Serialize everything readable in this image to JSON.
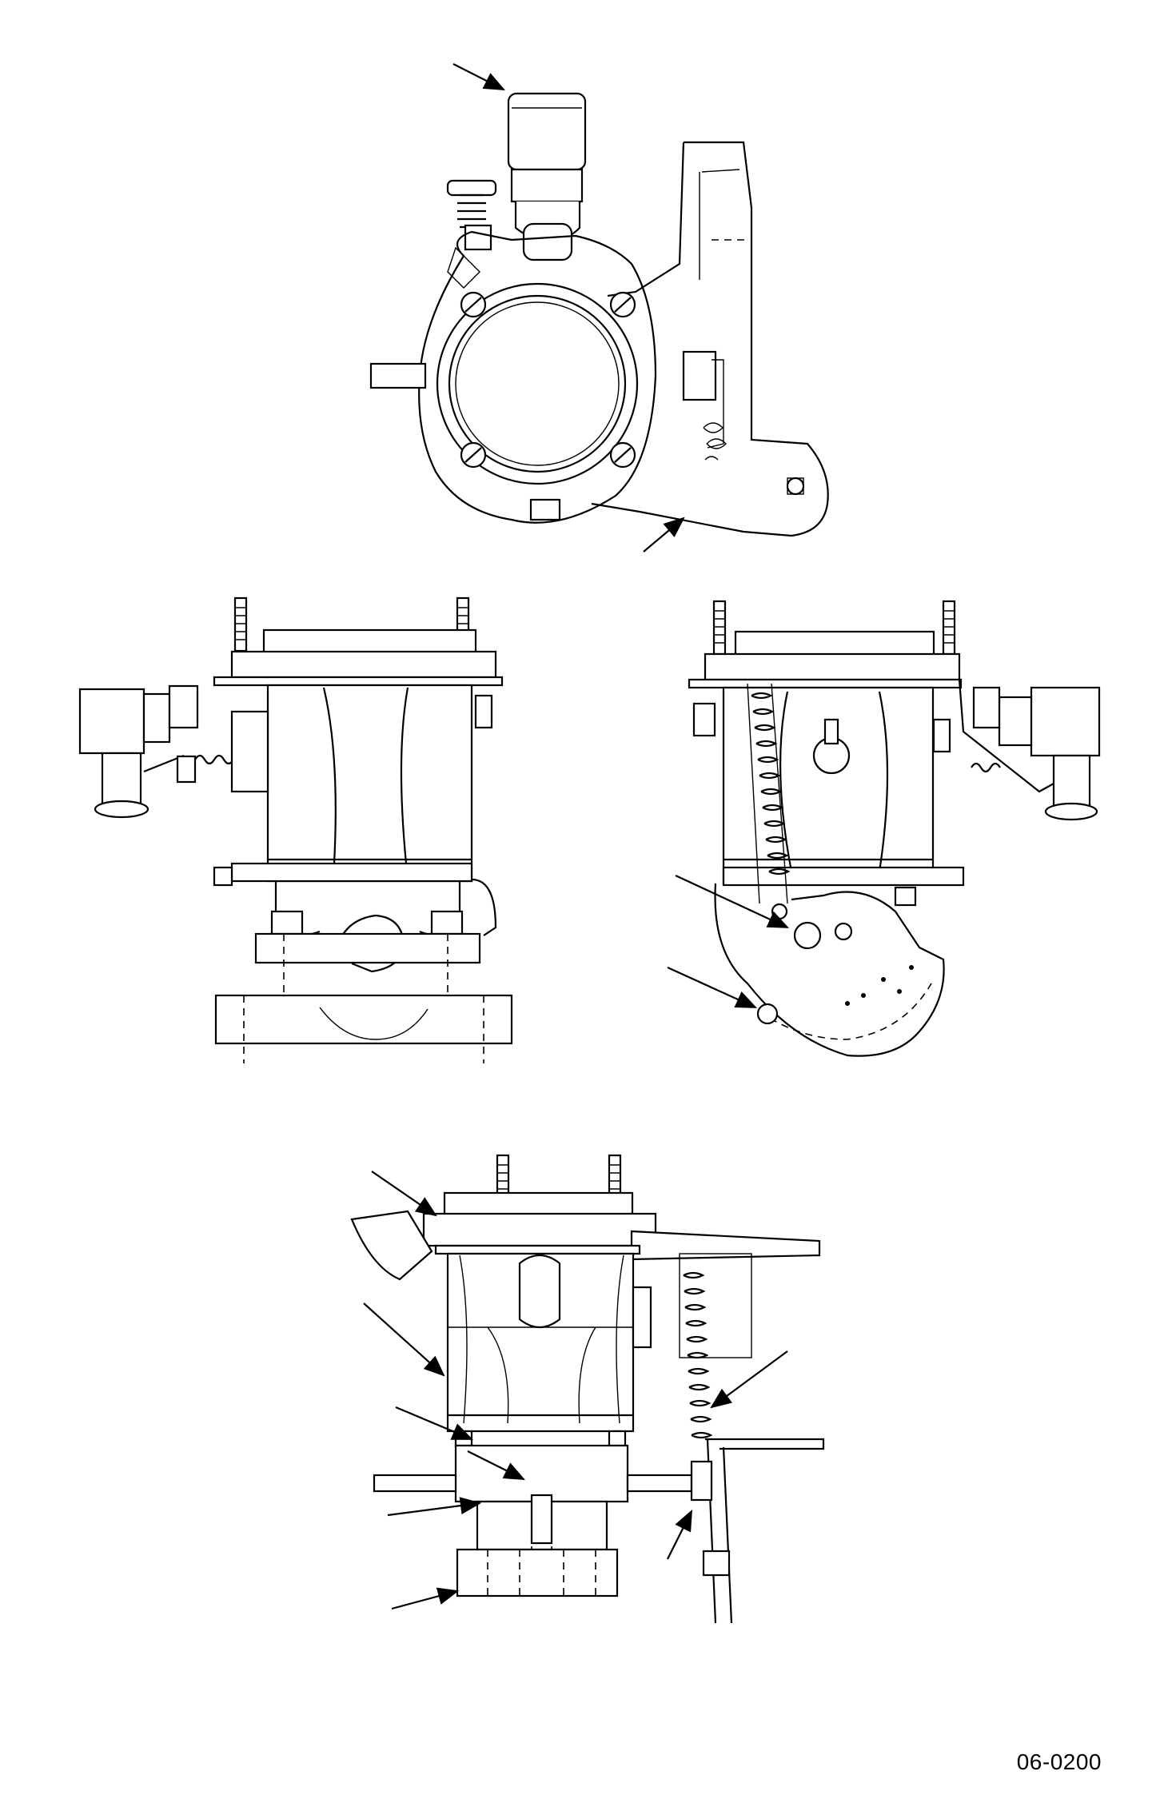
{
  "figure": {
    "code": "06-0200"
  },
  "colors": {
    "ink": "#000000",
    "paper": "#ffffff"
  },
  "views": [
    {
      "id": "top-view"
    },
    {
      "id": "left-side-view"
    },
    {
      "id": "right-side-view"
    },
    {
      "id": "front-view"
    }
  ]
}
